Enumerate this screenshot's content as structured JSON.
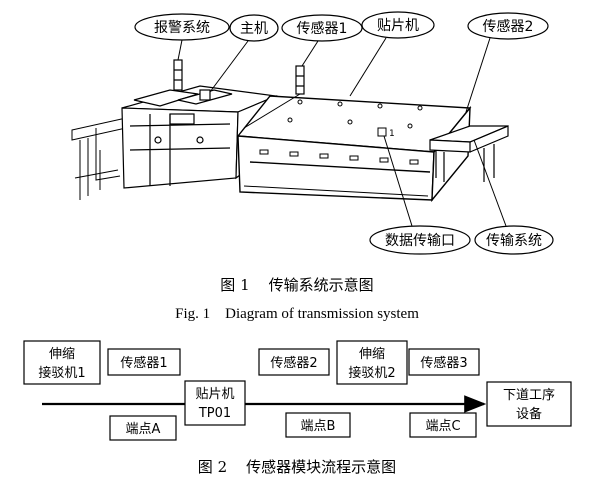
{
  "figure1": {
    "callouts": {
      "alarm": "报警系统",
      "host": "主机",
      "sensor1": "传感器1",
      "mounter": "贴片机",
      "sensor2": "传感器2",
      "data_port": "数据传输口",
      "transport": "传输系统"
    },
    "marker": "1",
    "caption_cn": "图 1    传输系统示意图",
    "caption_en": "Fig. 1    Diagram of transmission system"
  },
  "figure2": {
    "boxes": {
      "conveyor1_l1": "伸缩",
      "conveyor1_l2": "接驳机1",
      "sensor1": "传感器1",
      "sensor2": "传感器2",
      "conveyor2_l1": "伸缩",
      "conveyor2_l2": "接驳机2",
      "sensor3": "传感器3",
      "mounter_l1": "贴片机",
      "mounter_l2": "TP01",
      "next_l1": "下道工序",
      "next_l2": "设备",
      "endA": "端点A",
      "endB": "端点B",
      "endC": "端点C"
    },
    "caption_cn": "图 2    传感器模块流程示意图"
  }
}
